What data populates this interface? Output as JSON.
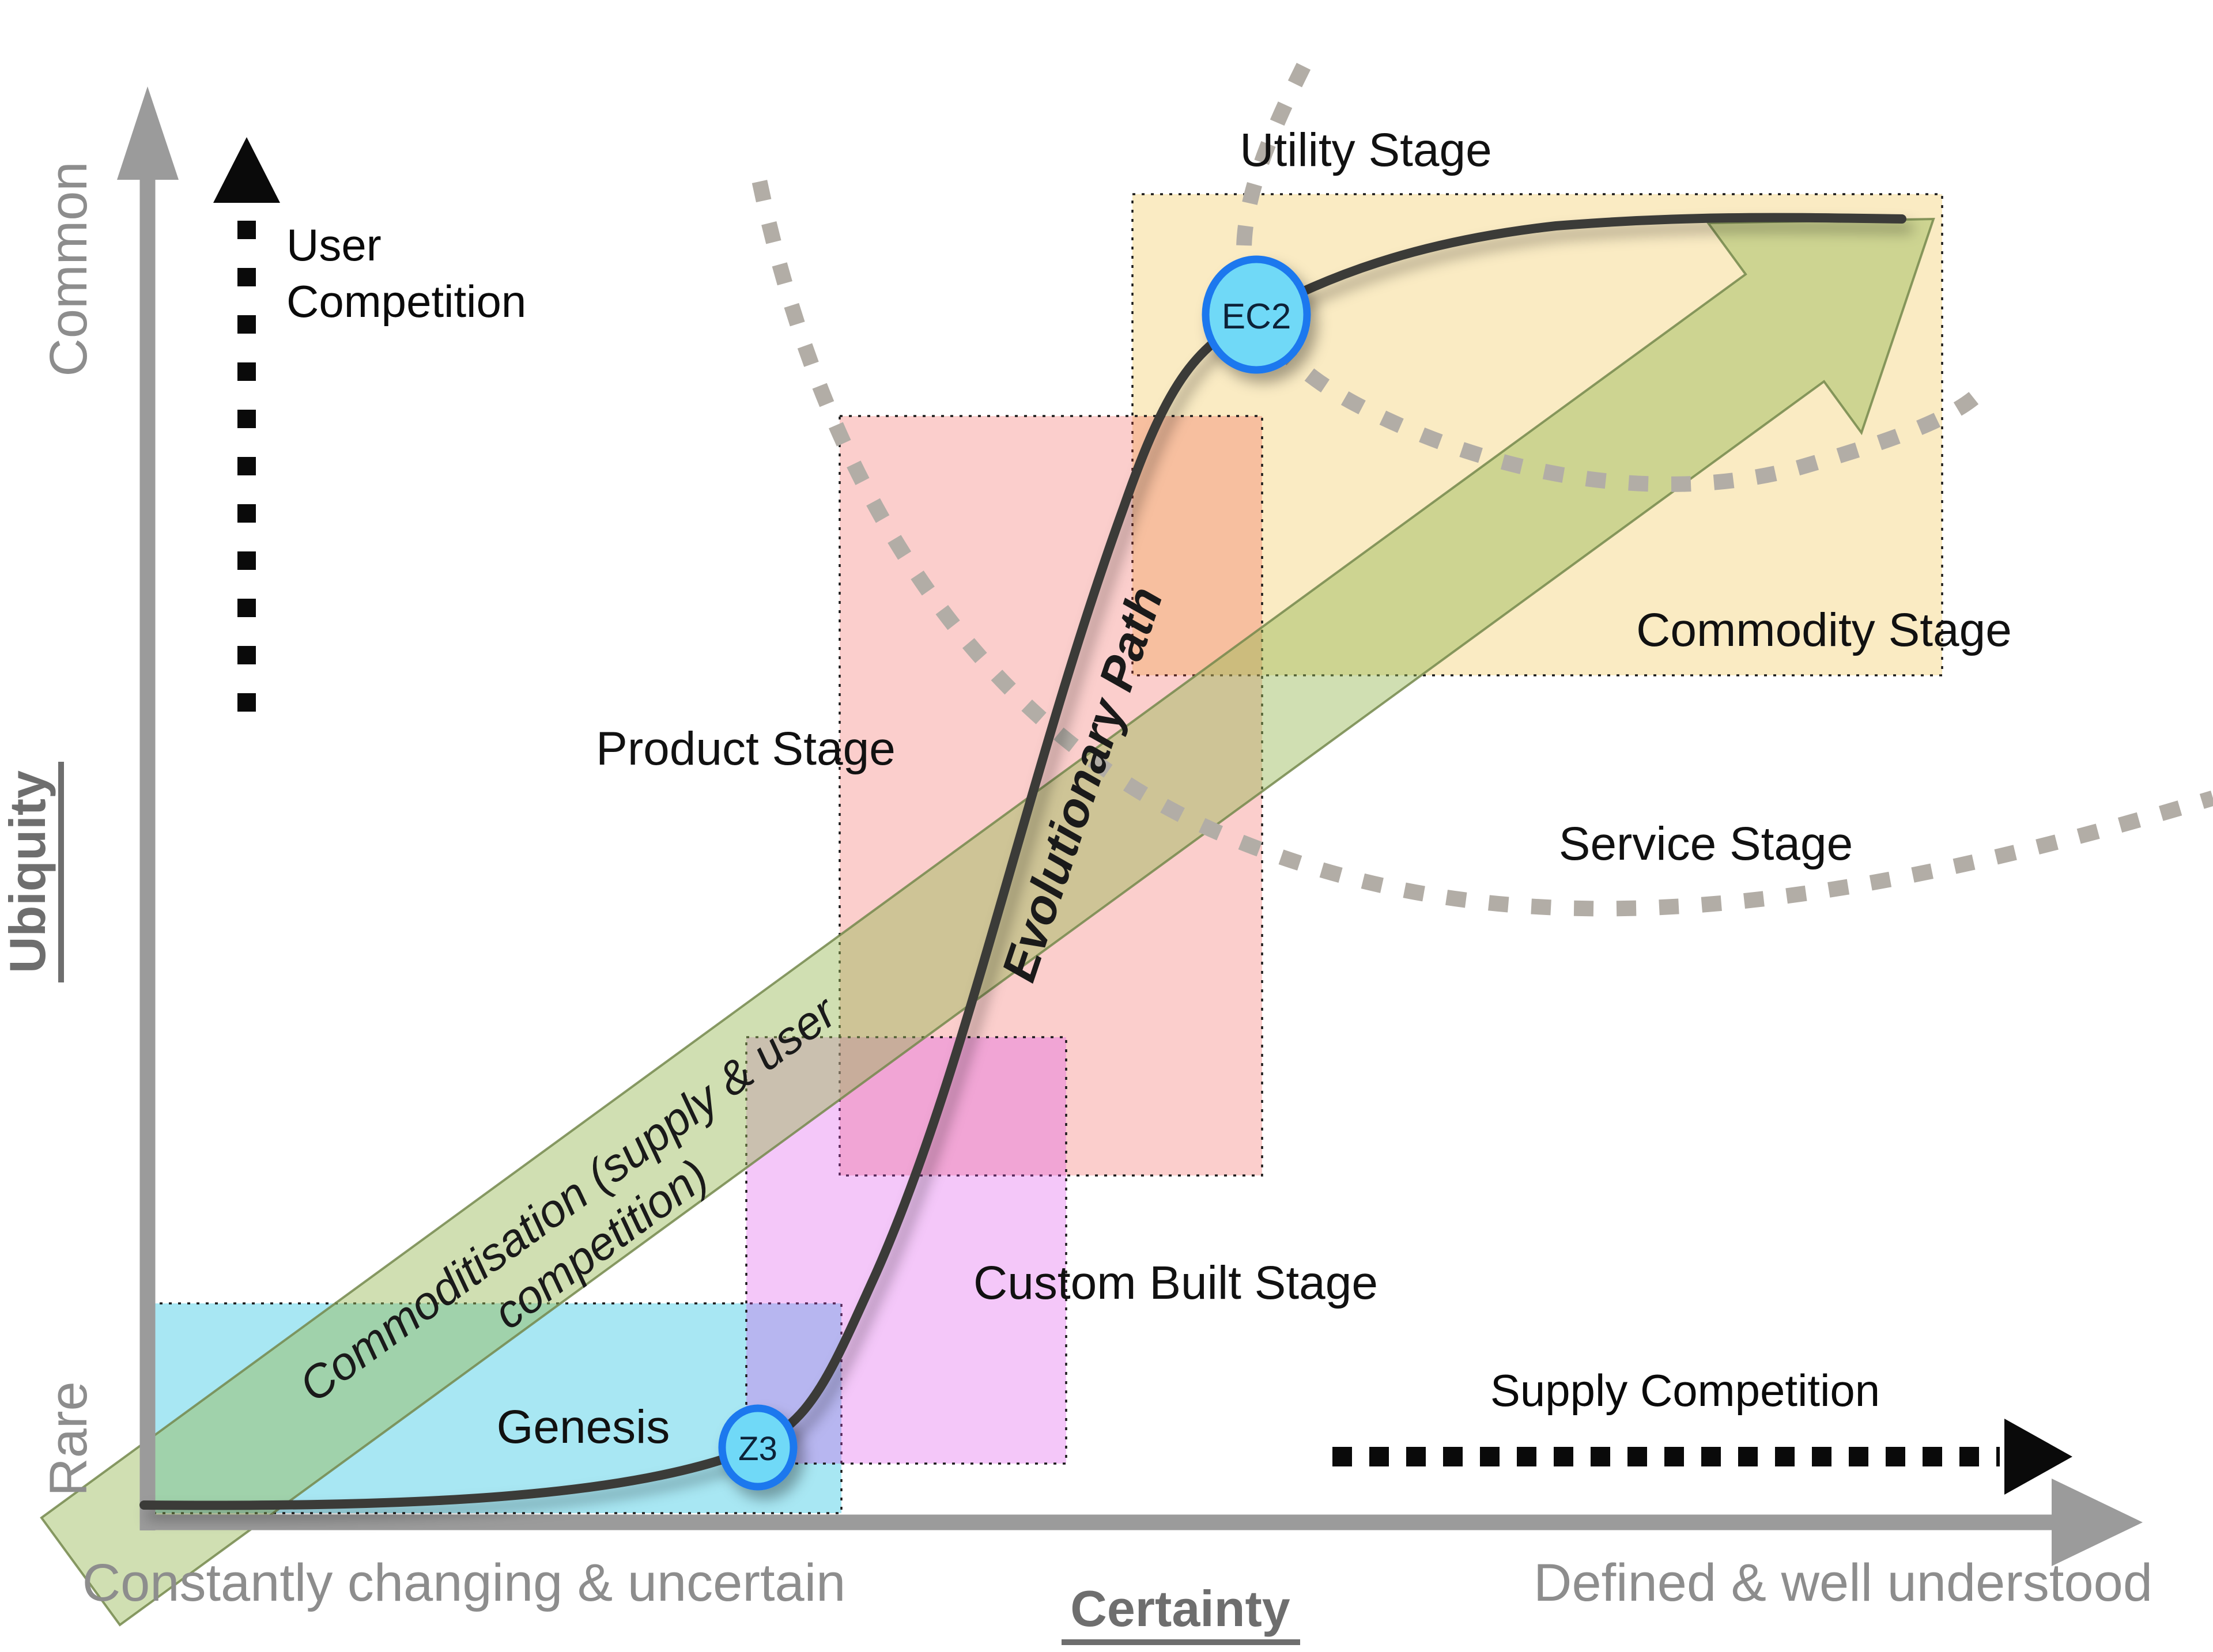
{
  "figure": {
    "kind": "technology-evolution-diagram",
    "background": "#ffffff"
  },
  "axes": {
    "y_label": "Ubiquity",
    "y_top": "Common",
    "y_bottom": "Rare",
    "x_label": "Certainty",
    "x_left": "Constantly changing & uncertain",
    "x_right": "Defined & well understood",
    "axis_color": "#9b9b9b",
    "end_label_color": "#8d8d8d",
    "title_color": "#6e6e6e"
  },
  "stages": {
    "genesis": {
      "label": "Genesis",
      "fill": "#aae6f2"
    },
    "custom_built": {
      "label": "Custom Built Stage",
      "fill": "#f2bdf2"
    },
    "product": {
      "label": "Product Stage",
      "fill": "#f9c9c5"
    },
    "utility": {
      "label": "Utility Stage",
      "fill": "#f8e9c9"
    },
    "commodity": {
      "label": "Commodity Stage"
    },
    "service": {
      "label": "Service Stage"
    }
  },
  "annotations": {
    "user_competition": {
      "line1": "User",
      "line2": "Competition",
      "color": "#0a0a0a"
    },
    "supply_competition": {
      "label": "Supply Competition",
      "color": "#0a0a0a"
    },
    "evolutionary_path": {
      "label": "Evolutionary Path",
      "color": "#1a1a1a"
    },
    "commoditisation": {
      "line1": "Commoditisation (supply & user",
      "line2": "competition)",
      "band_fill": "#96b955",
      "band_border": "#74884c"
    },
    "boundary_dash_color": "#b2ada6"
  },
  "markers": {
    "ec2": {
      "label": "EC2",
      "fill": "#6fd9f7",
      "ring": "#1b78ee"
    },
    "z3": {
      "label": "Z3",
      "fill": "#6fd9f7",
      "ring": "#1b78ee"
    }
  },
  "curve": {
    "name": "evolution-s-curve",
    "color": "#3b3b37"
  }
}
